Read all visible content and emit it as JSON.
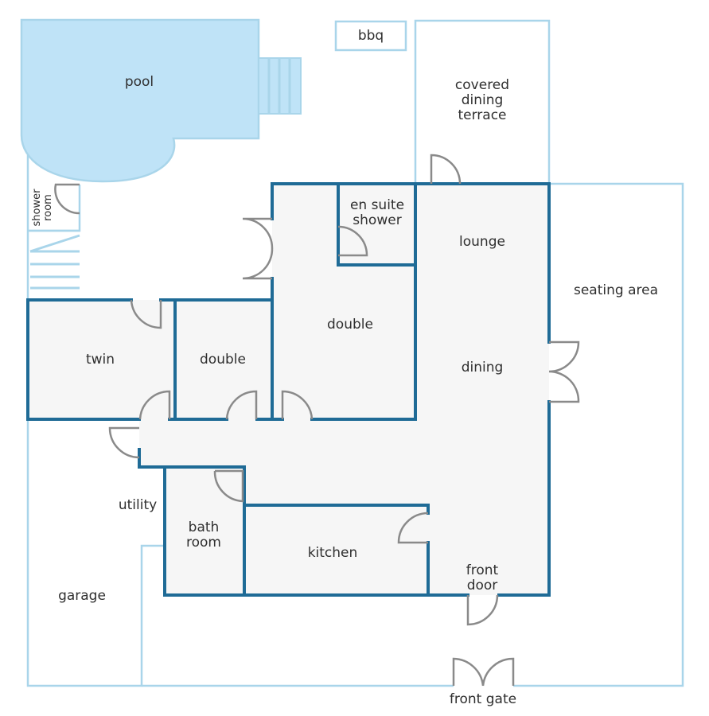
{
  "labels": {
    "pool": "pool",
    "bbq": "bbq",
    "covered_dining_terrace_1": "covered",
    "covered_dining_terrace_2": "dining",
    "covered_dining_terrace_3": "terrace",
    "shower_room_1": "shower",
    "shower_room_2": "room",
    "en_suite_shower_1": "en suite",
    "en_suite_shower_2": "shower",
    "lounge": "lounge",
    "seating_area": "seating area",
    "double_main": "double",
    "twin": "twin",
    "double_small": "double",
    "dining": "dining",
    "utility": "utility",
    "bath_room_1": "bath",
    "bath_room_2": "room",
    "kitchen": "kitchen",
    "front_door_1": "front",
    "front_door_2": "door",
    "garage": "garage",
    "front_gate": "front gate"
  },
  "colors": {
    "wall": "#1f6b96",
    "outline": "#a9d5ea",
    "pool": "#bfe3f7",
    "room_fill": "#f6f6f6",
    "door": "#8a8a8a"
  }
}
